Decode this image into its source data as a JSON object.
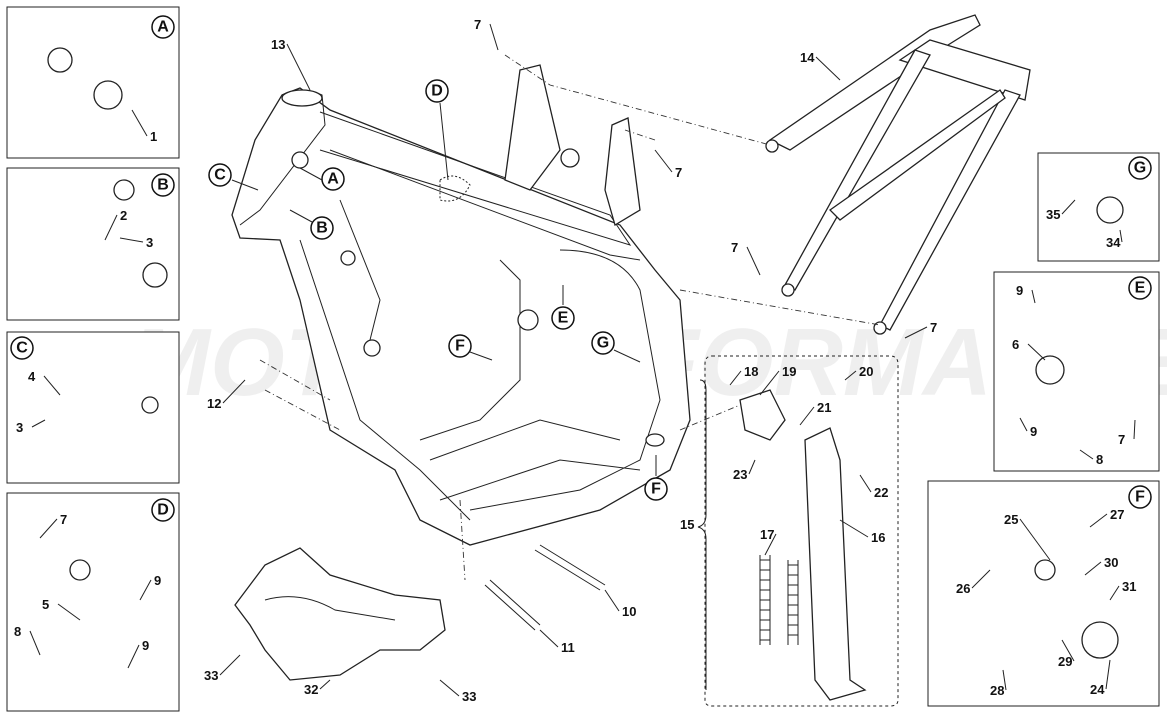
{
  "watermark": "MOTO PERFORMANCE",
  "panels": [
    {
      "letter": "A",
      "parts": [
        "1"
      ]
    },
    {
      "letter": "B",
      "parts": [
        "2",
        "3"
      ]
    },
    {
      "letter": "C",
      "parts": [
        "4",
        "3"
      ]
    },
    {
      "letter": "D",
      "parts": [
        "7",
        "9",
        "5",
        "8",
        "9"
      ]
    },
    {
      "letter": "G",
      "parts": [
        "35",
        "34"
      ]
    },
    {
      "letter": "E",
      "parts": [
        "9",
        "6",
        "9",
        "7",
        "8"
      ]
    },
    {
      "letter": "F",
      "parts": [
        "25",
        "27",
        "30",
        "31",
        "26",
        "29",
        "28",
        "24"
      ]
    }
  ],
  "main_callout_letters": [
    "C",
    "A",
    "B",
    "D",
    "E",
    "F",
    "G",
    "F"
  ],
  "main_parts": [
    "13",
    "7",
    "7",
    "14",
    "7",
    "7",
    "12",
    "10",
    "11",
    "33",
    "32",
    "33"
  ],
  "group_15": {
    "label": "15",
    "parts": [
      "18",
      "19",
      "20",
      "21",
      "23",
      "22",
      "17",
      "16"
    ]
  }
}
